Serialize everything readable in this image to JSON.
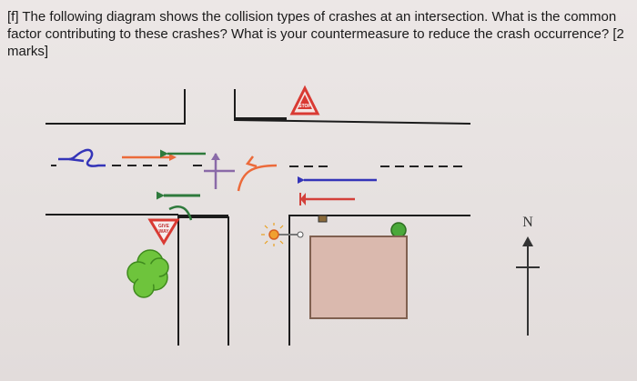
{
  "question": {
    "text": "[f] The following diagram shows the collision types of crashes at an intersection. What is the common factor contributing to these crashes? What is your countermeasure to reduce the crash occurrence? [2 marks]"
  },
  "diagram": {
    "stop_sign_text": "STOP",
    "give_way_sign_text_line1": "GIVE",
    "give_way_sign_text_line2": "WAY",
    "north_label": "N"
  },
  "colors": {
    "road_line": "#1c1c1c",
    "blue_arrow": "#3434b8",
    "orange_arrow": "#ec6a3a",
    "green_arrow": "#2e7a3c",
    "red_arrow": "#d3403a",
    "center_dash": "#232323",
    "building_fill": "#dab9ae",
    "building_stroke": "#806050",
    "bush_green": "#6ec43c",
    "sign_red": "#d93a33"
  }
}
